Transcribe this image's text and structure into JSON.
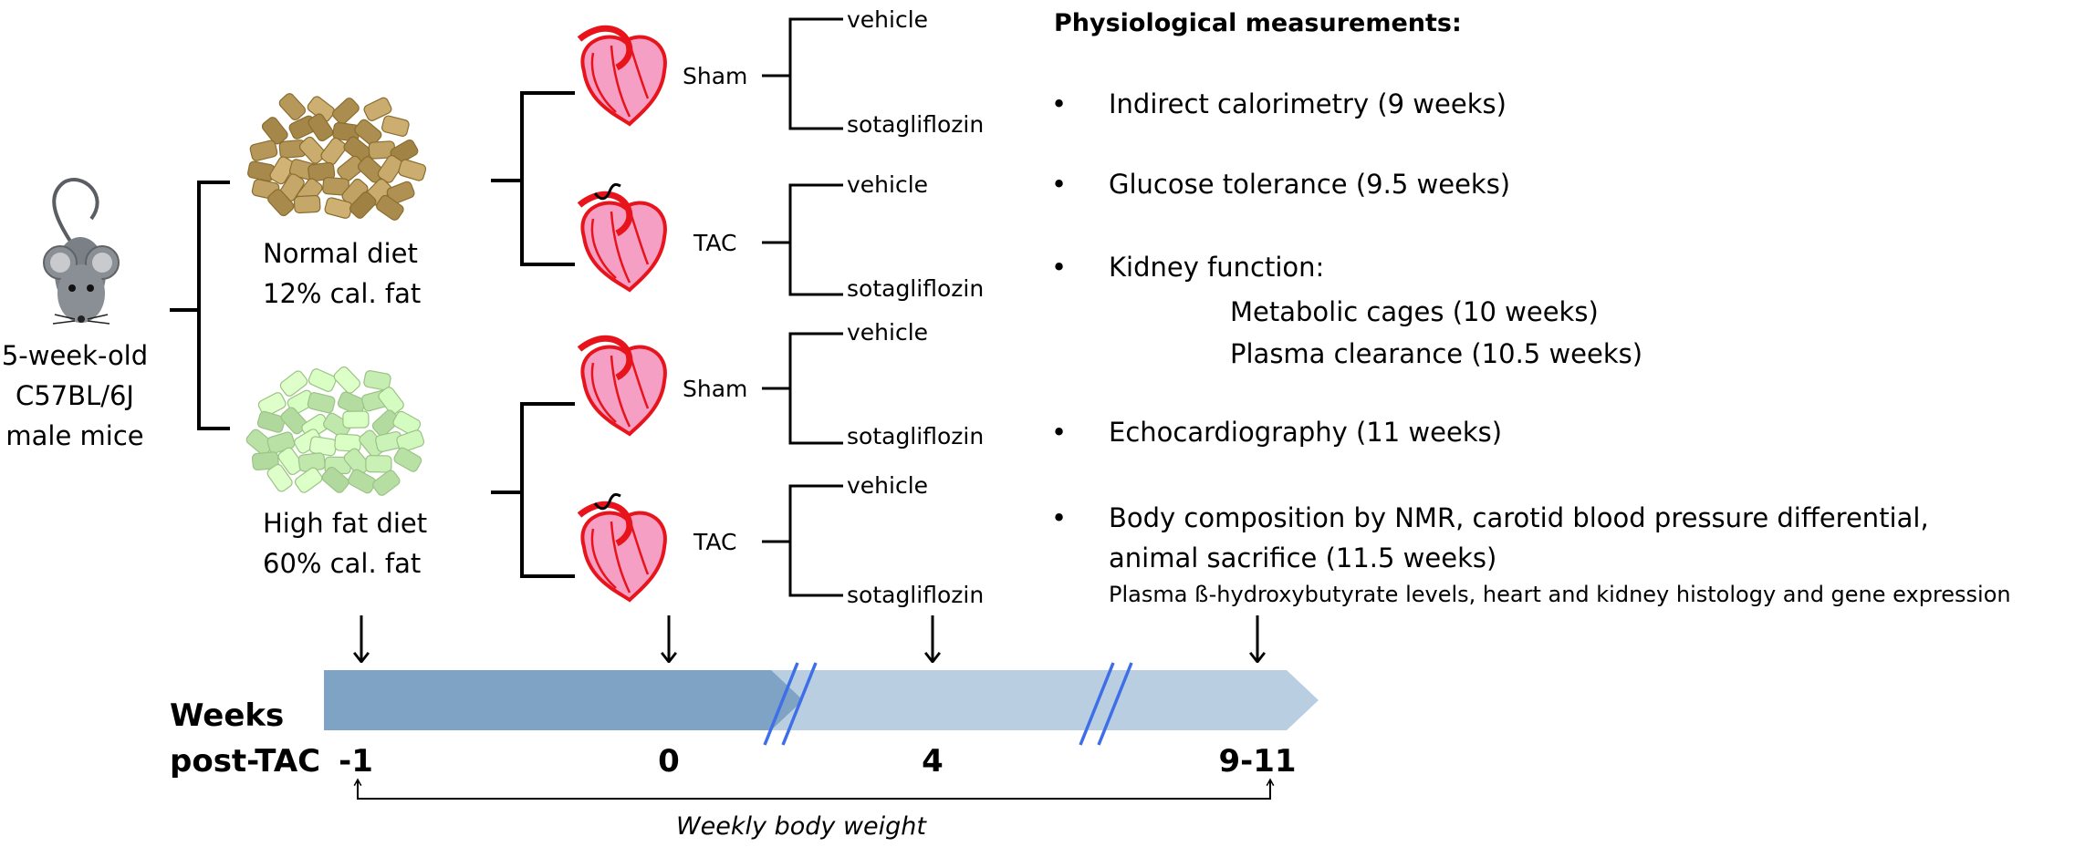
{
  "mouse": {
    "line1": "5-week-old",
    "line2": "C57BL/6J",
    "line3": "male mice"
  },
  "diets": [
    {
      "name": "Normal diet",
      "fat": "12% cal. fat",
      "pellet_color": "#b89a5c"
    },
    {
      "name": "High fat diet",
      "fat": "60% cal. fat",
      "pellet_color": "#c9f0b4"
    }
  ],
  "surgeries": [
    {
      "label": "Sham",
      "treatments": [
        "vehicle",
        "sotagliflozin"
      ]
    },
    {
      "label": "TAC",
      "treatments": [
        "vehicle",
        "sotagliflozin"
      ]
    },
    {
      "label": "Sham",
      "treatments": [
        "vehicle",
        "sotagliflozin"
      ]
    },
    {
      "label": "TAC",
      "treatments": [
        "vehicle",
        "sotagliflozin"
      ]
    }
  ],
  "measurements": {
    "title": "Physiological measurements:",
    "bullet": "•",
    "items": [
      {
        "text": "Indirect calorimetry (9 weeks)"
      },
      {
        "text": "Glucose tolerance (9.5 weeks)"
      },
      {
        "text": "Kidney function:",
        "subitems": [
          "Metabolic cages (10 weeks)",
          "Plasma clearance (10.5 weeks)"
        ]
      },
      {
        "text": "Echocardiography (11 weeks)"
      },
      {
        "text": "Body composition by NMR, carotid blood pressure differential,",
        "text2": "animal sacrifice (11.5 weeks)",
        "note": "Plasma ß-hydroxybutyrate levels, heart and kidney histology and gene expression"
      }
    ]
  },
  "timeline": {
    "label_line1": "Weeks",
    "label_line2": "post-TAC",
    "ticks": [
      "-1",
      "0",
      "4",
      "9-11"
    ],
    "bottom_label": "Weekly body weight",
    "colors": {
      "dark": "#7fa3c5",
      "light": "#b9cfe1",
      "break": "#3f6fe8"
    }
  },
  "colors": {
    "heart_fill": "#f59fc4",
    "heart_stroke": "#e8141c"
  }
}
